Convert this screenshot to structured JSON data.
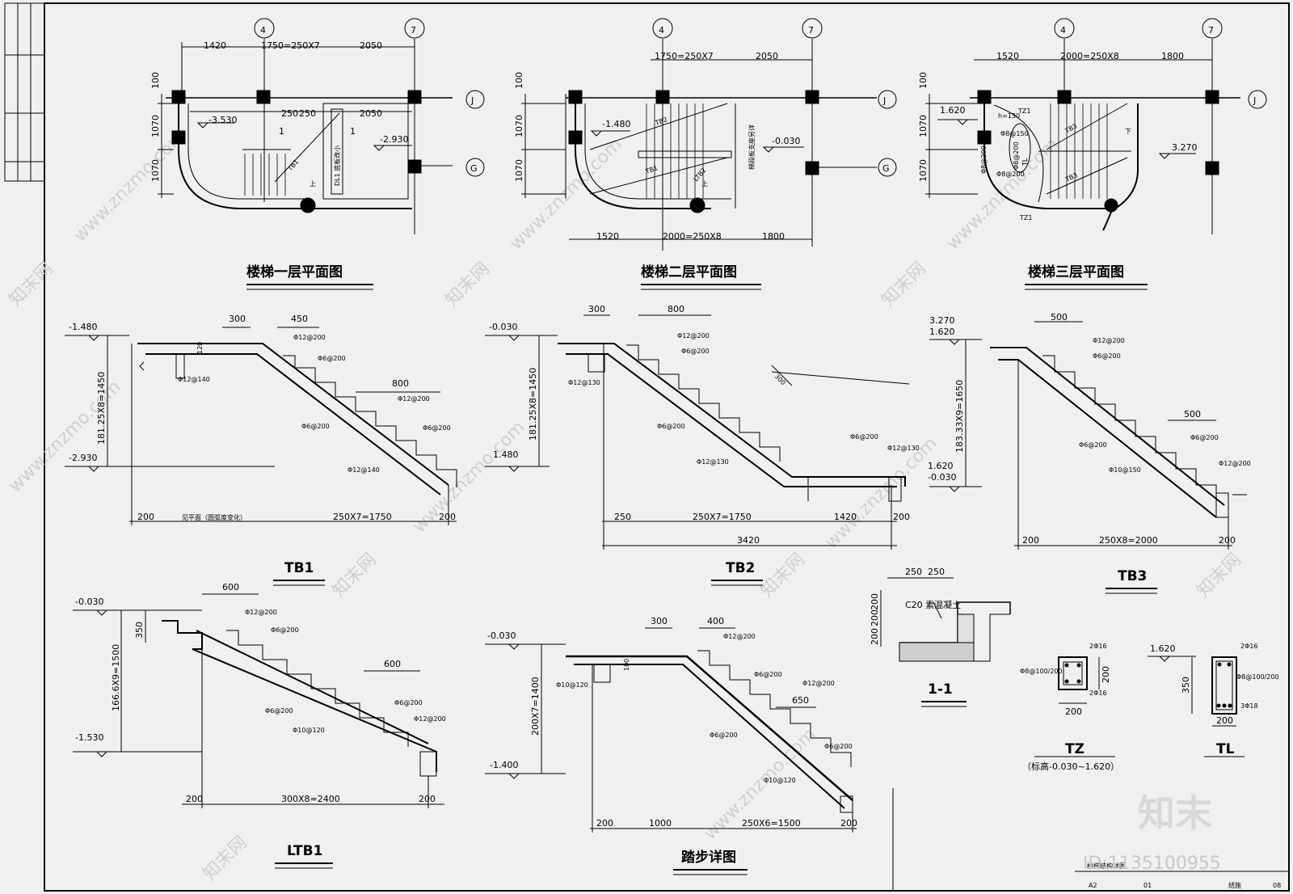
{
  "plans": {
    "floor1": {
      "title": "楼梯一层平面图",
      "axes": {
        "a4": "4",
        "a7": "7",
        "j": "J",
        "g": "G"
      },
      "dims_top": [
        "1420",
        "1750=250X7",
        "2050"
      ],
      "dims_inner": [
        "250",
        "250",
        "2050"
      ],
      "dims_left": [
        "100",
        "1070",
        "1070"
      ],
      "levels": [
        "-3.530",
        "-2.930"
      ],
      "slope": [
        "1",
        "1"
      ],
      "labels": [
        "TB1",
        "DL1 底板改小",
        "上"
      ]
    },
    "floor2": {
      "title": "楼梯二层平面图",
      "axes": {
        "a4": "4",
        "a7": "7",
        "j": "J",
        "g": "G"
      },
      "dims_top": [
        "1750=250X7",
        "2050"
      ],
      "dims_left": [
        "100",
        "1070",
        "1070"
      ],
      "dims_bottom": [
        "1520",
        "2000=250X8",
        "1800"
      ],
      "levels": [
        "-1.480",
        "-0.030"
      ],
      "labels": [
        "TB2",
        "TB1",
        "LTB2",
        "梯段板支座另详",
        "上"
      ]
    },
    "floor3": {
      "title": "楼梯三层平面图",
      "axes": {
        "a4": "4",
        "a7": "7",
        "j": "J"
      },
      "dims_top": [
        "1520",
        "2000=250X8",
        "1800"
      ],
      "dims_left": [
        "100",
        "1070",
        "1070"
      ],
      "levels": [
        "1.620",
        "3.270"
      ],
      "labels": [
        "TZ1",
        "TZ1",
        "h=130",
        "TL",
        "TB3",
        "TB3",
        "下"
      ],
      "rebar": [
        "Φ8@150",
        "Φ8@200",
        "Φ8@200",
        "Φ8@200"
      ]
    }
  },
  "sections": {
    "tb1": {
      "title": "TB1",
      "levels": [
        "-1.480",
        "-2.930"
      ],
      "height_dim": "181.25X8=1450",
      "top_dims": [
        "300",
        "450",
        "800"
      ],
      "bottom_dims": [
        "200",
        "见平面（圆弧度变化）",
        "250X7=1750",
        "200"
      ],
      "rebar": [
        "Φ12@200",
        "Φ6@200",
        "Φ12@140",
        "Φ6@200",
        "Φ12@200",
        "Φ6@200",
        "Φ12@140"
      ],
      "misc": [
        "120"
      ]
    },
    "tb2": {
      "title": "TB2",
      "levels": [
        "-0.030",
        "1.480"
      ],
      "height_dim": "181.25X8=1450",
      "top_dims": [
        "300",
        "800",
        "300"
      ],
      "bottom_dims": [
        "250",
        "250X7=1750",
        "1420",
        "200"
      ],
      "total": "3420",
      "rebar": [
        "Φ12@200",
        "Φ6@200",
        "Φ12@130",
        "Φ6@200",
        "Φ12@130",
        "Φ6@200",
        "Φ12@130"
      ]
    },
    "tb3": {
      "title": "TB3",
      "levels": [
        "3.270",
        "1.620",
        "1.620",
        "-0.030"
      ],
      "height_dim": "183.33X9=1650",
      "top_dims": [
        "500",
        "500"
      ],
      "bottom_dims": [
        "200",
        "250X8=2000",
        "200"
      ],
      "rebar": [
        "Φ12@200",
        "Φ6@200",
        "Φ6@200",
        "Φ6@200",
        "Φ10@150",
        "Φ12@200"
      ]
    },
    "ltb1": {
      "title": "LTB1",
      "levels": [
        "-0.030",
        "-1.530"
      ],
      "height_dim": "166.6X9=1500",
      "side_dim": "350",
      "top_dims": [
        "600",
        "600"
      ],
      "bottom_dims": [
        "200",
        "300X8=2400",
        "200"
      ],
      "rebar": [
        "Φ12@200",
        "Φ6@200",
        "Φ6@200",
        "Φ10@120",
        "Φ6@200",
        "Φ12@200"
      ]
    },
    "tread": {
      "title": "踏步详图",
      "levels": [
        "-0.030",
        "-1.400"
      ],
      "height_dim": "200X7=1400",
      "top_dims": [
        "300",
        "400",
        "650"
      ],
      "bottom_dims": [
        "200",
        "1000",
        "250X6=1500",
        "200"
      ],
      "misc": [
        "100"
      ],
      "rebar": [
        "Φ12@200",
        "Φ10@120",
        "Φ6@200",
        "Φ12@200",
        "Φ6@200",
        "Φ10@120",
        "Φ6@200"
      ]
    }
  },
  "detail11": {
    "title": "1-1",
    "dims_top": [
      "250",
      "250"
    ],
    "dims_left": [
      "200",
      "200",
      "200"
    ],
    "note": "C20 素混凝土"
  },
  "tz": {
    "title": "TZ",
    "subtitle": "（标高-0.030~1.620）",
    "bars": [
      "2Φ16",
      "2Φ16"
    ],
    "stirrup": "Φ8@100/200",
    "dims": [
      "200",
      "200"
    ]
  },
  "tl": {
    "title": "TL",
    "level": "1.620",
    "bars": [
      "2Φ16",
      "3Φ18"
    ],
    "stirrup": "Φ8@100/200",
    "dims": [
      "350",
      "200"
    ]
  },
  "title_block": {
    "sheet_size": "A2",
    "no": "01",
    "category": "结施",
    "sheet": "08",
    "drawing_name": "楼梯结构详图"
  },
  "watermark": {
    "site": "www.znzmo.com",
    "brand": "知末网",
    "logo": "知末",
    "id": "ID:1135100955"
  }
}
